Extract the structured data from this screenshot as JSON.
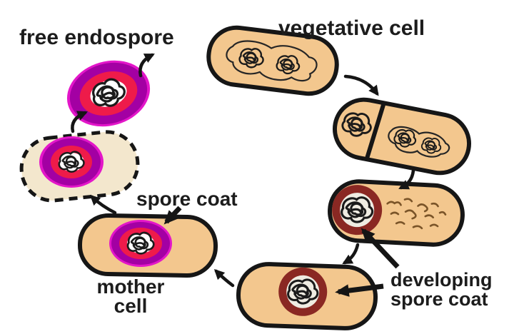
{
  "figure": {
    "labels": {
      "free_endospore": "free endospore",
      "vegetative_cell": "vegetative cell",
      "developing_spore_coat": [
        "developing",
        "spore coat"
      ],
      "spore_coat": "spore coat",
      "mother_cell": [
        "mother",
        "cell"
      ]
    },
    "colors": {
      "background": "#ffffff",
      "cell_fill": "#f3c78e",
      "lysed_cell_fill": "#f3e7cd",
      "spore_outer_purple": "#a300a3",
      "spore_fringe_magenta": "#e316c9",
      "spore_mid_red": "#ee1b4a",
      "spore_coat_maroon": "#8a2823",
      "spore_inner_white": "#ffffff",
      "spore_inner_gray": "#efece2",
      "dna_speck_brown": "#7a5428",
      "outline": "#161616",
      "label_text": "#1c1c1c"
    }
  }
}
